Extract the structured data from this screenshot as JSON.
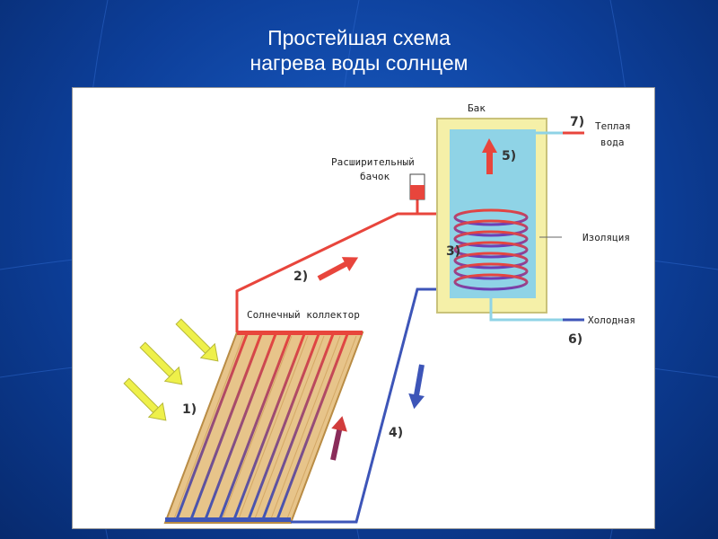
{
  "slide": {
    "title_line1": "Простейшая схема",
    "title_line2": "нагрева воды солнцем"
  },
  "diagram": {
    "tank_label": "Бак",
    "expansion_tank_label_1": "Расширительный",
    "expansion_tank_label_2": "бачок",
    "warm_water_label_1": "Теплая",
    "warm_water_label_2": "вода",
    "insulation_label": "Изоляция",
    "cold_label": "Холодная",
    "collector_label": "Солнечный коллектор",
    "step1": "1)",
    "step2": "2)",
    "step3": "3)",
    "step4": "4)",
    "step5": "5)",
    "step6": "6)",
    "step7": "7)"
  },
  "colors": {
    "hot_pipe": "#e8453c",
    "cold_pipe": "#3d55b8",
    "tank_water": "#8fd3e6",
    "tank_insulation": "#f5f0a8",
    "collector": "#e7c48a",
    "sun_arrow": "#eef04a"
  }
}
